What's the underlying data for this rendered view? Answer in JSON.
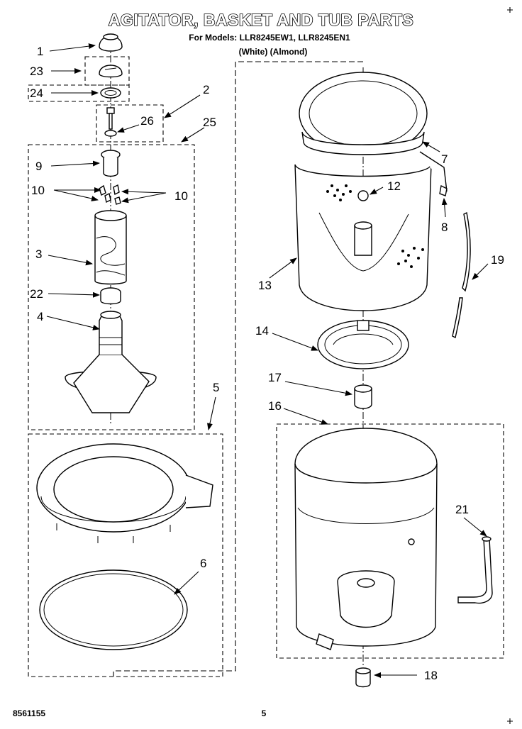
{
  "title": "AGITATOR, BASKET AND TUB PARTS",
  "models_line": "For Models: LLR8245EW1, LLR8245EN1",
  "colors_line": "(White)   (Almond)",
  "footer": {
    "doc_number": "8561155",
    "page_number": "5"
  },
  "callouts": {
    "c1": "1",
    "c2": "2",
    "c3": "3",
    "c4": "4",
    "c5": "5",
    "c6": "6",
    "c7": "7",
    "c8": "8",
    "c9": "9",
    "c10a": "10",
    "c10b": "10",
    "c12": "12",
    "c13": "13",
    "c14": "14",
    "c16": "16",
    "c17": "17",
    "c18": "18",
    "c19": "19",
    "c21": "21",
    "c22": "22",
    "c23": "23",
    "c24": "24",
    "c25": "25",
    "c26": "26"
  }
}
